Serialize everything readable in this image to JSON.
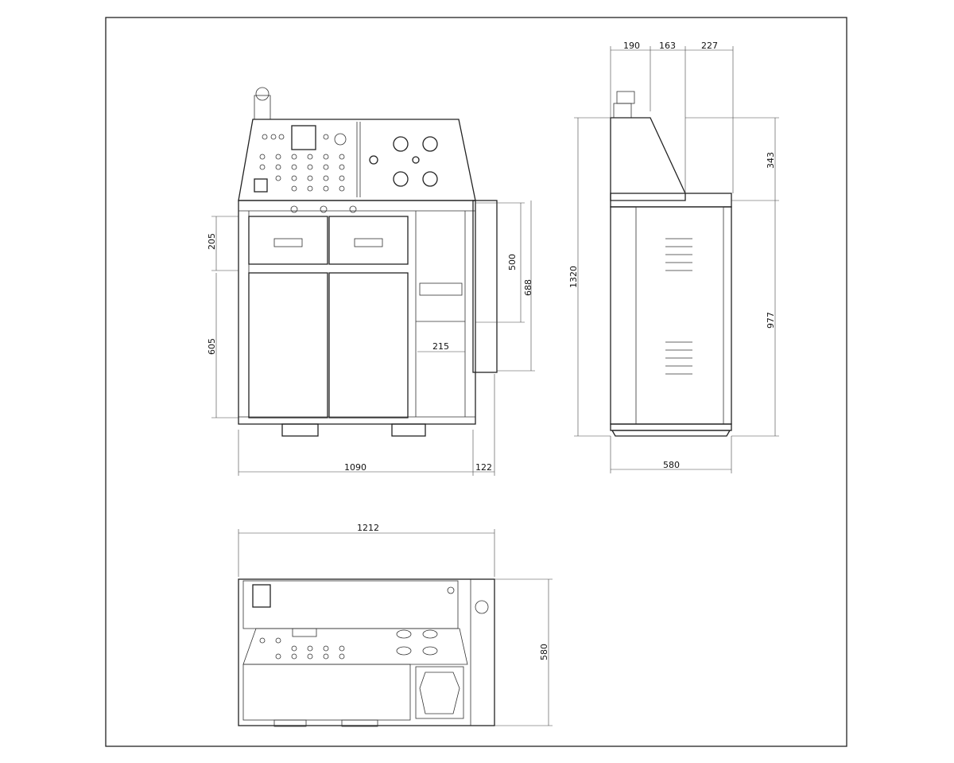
{
  "drawing": {
    "front_view": {
      "dims": {
        "drawer_height": "205",
        "door_height": "605",
        "side_box_height": "500",
        "side_box_total": "688",
        "column_width": "215",
        "body_width": "1090",
        "side_box_depth": "122"
      }
    },
    "side_view": {
      "dims": {
        "top_1": "190",
        "top_2": "163",
        "top_3": "227",
        "total_height": "1320",
        "console_height": "343",
        "body_height": "977",
        "depth": "580"
      }
    },
    "top_view": {
      "dims": {
        "total_width": "1212",
        "depth": "580"
      }
    }
  }
}
